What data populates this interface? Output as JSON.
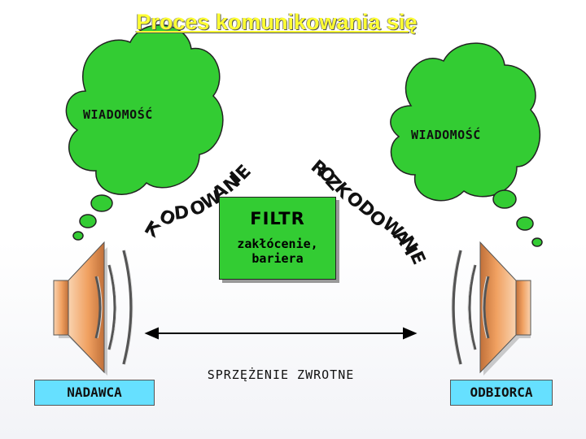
{
  "title": "Proces komunikowania się",
  "left_cloud": {
    "label": "WIADOMOŚĆ"
  },
  "right_cloud": {
    "label": "WIADOMOŚĆ"
  },
  "encoding": {
    "label": "KODOWANIE"
  },
  "decoding": {
    "label": "ROZKODOWANIE"
  },
  "filter": {
    "title": "FILTR",
    "description_line1": "zakłócenie,",
    "description_line2": "bariera"
  },
  "feedback": {
    "label": "SPRZĘŻENIE ZWROTNE"
  },
  "sender": {
    "label": "NADAWCA"
  },
  "receiver": {
    "label": "ODBIORCA"
  },
  "colors": {
    "cloud": "#33cc33",
    "title": "#ffff33",
    "filter": "#33cc33",
    "role_box": "#66e0ff",
    "speaker": "#f0a060"
  }
}
